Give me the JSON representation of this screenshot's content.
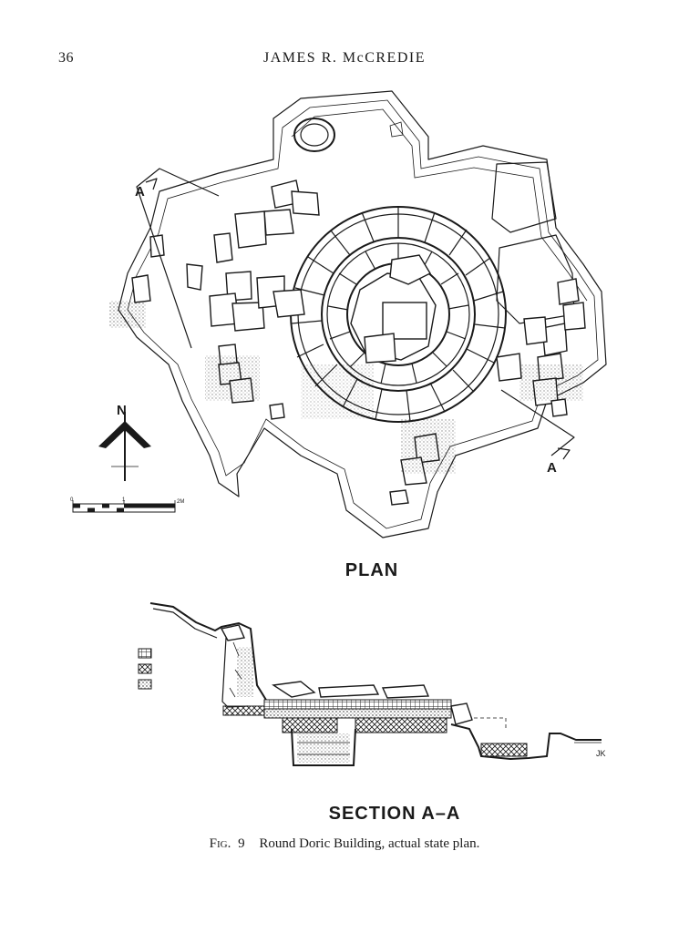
{
  "header": {
    "page_number": "36",
    "running_head": "JAMES R. McCREDIE"
  },
  "figure": {
    "plan_label": "PLAN",
    "section_label": "SECTION A–A",
    "section_marker": "A",
    "north_label": "N",
    "scale_start": "0",
    "scale_mid": "1",
    "scale_end": "2M",
    "initials": "JK",
    "caption_prefix": "Fig.",
    "caption_number": "9",
    "caption_text": "Round Doric Building, actual state plan."
  }
}
